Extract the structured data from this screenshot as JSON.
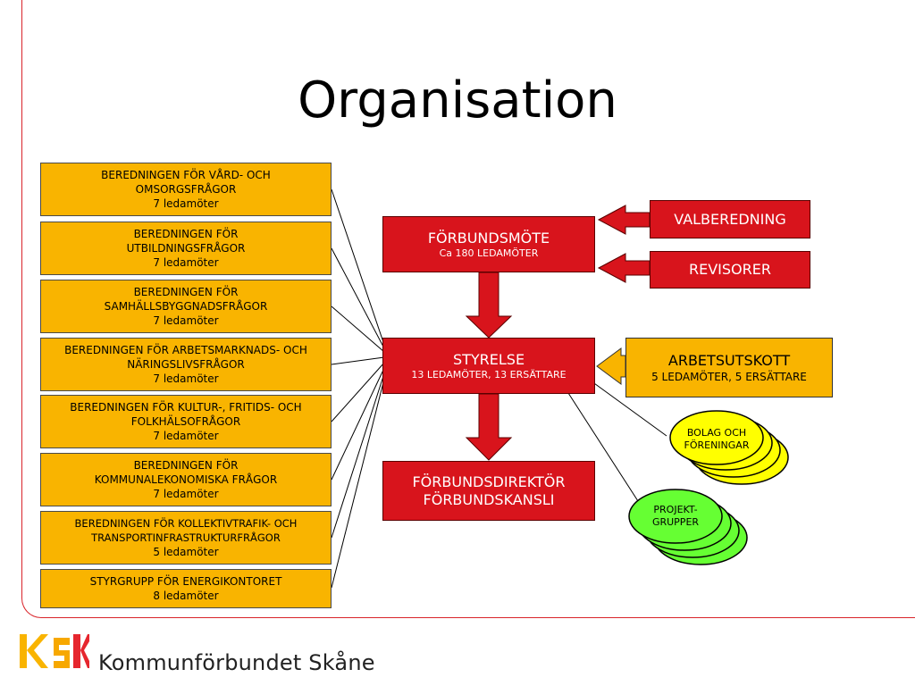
{
  "slide": {
    "title": "Organisation",
    "organization": "Kommunförbundet Skåne"
  },
  "colors": {
    "accent_red": "#d8141c",
    "committee_yellow": "#f9b400",
    "oval_yellow": "#ffff00",
    "oval_green": "#66ff33",
    "frame_line": "#d9242a"
  },
  "committees": [
    {
      "name": "BEREDNINGEN FÖR VÅRD- OCH OMSORGSFRÅGOR",
      "members": "7 ledamöter"
    },
    {
      "name": "BEREDNINGEN FÖR UTBILDNINGSFRÅGOR",
      "members": "7 ledamöter"
    },
    {
      "name": "BEREDNINGEN FÖR SAMHÄLLSBYGGNADSFRÅGOR",
      "members": "7 ledamöter"
    },
    {
      "name": "BEREDNINGEN FÖR ARBETSMARKNADS- OCH NÄRINGSLIVSFRÅGOR",
      "members": "7 ledamöter"
    },
    {
      "name": "BEREDNINGEN FÖR KULTUR-, FRITIDS- OCH FOLKHÄLSOFRÅGOR",
      "members": "7 ledamöter"
    },
    {
      "name": "BEREDNINGEN FÖR KOMMUNALEKONOMISKA FRÅGOR",
      "members": "7 ledamöter"
    },
    {
      "name": "BEREDNINGEN FÖR KOLLEKTIVTRAFIK- OCH TRANSPORTINFRASTRUKTURFRÅGOR",
      "members": "5 ledamöter"
    },
    {
      "name": "STYRGRUPP FÖR ENERGIKONTORET",
      "members": "8 ledamöter"
    }
  ],
  "central": {
    "forbundsmote": {
      "title": "FÖRBUNDSMÖTE",
      "subtitle": "Ca 180 LEDAMÖTER"
    },
    "styrelse": {
      "title": "STYRELSE",
      "subtitle": "13 LEDAMÖTER, 13 ERSÄTTARE"
    },
    "direktor": {
      "line1": "FÖRBUNDSDIREKTÖR",
      "line2": "FÖRBUNDSKANSLI"
    }
  },
  "side": {
    "valberedning": "VALBEREDNING",
    "revisorer": "REVISORER",
    "arbetsutskott": {
      "title": "ARBETSUTSKOTT",
      "subtitle": "5 LEDAMÖTER, 5 ERSÄTTARE"
    }
  },
  "ovals": {
    "bolag": "BOLAG OCH FÖRENINGAR",
    "projekt": "PROJEKT-GRUPPER"
  }
}
